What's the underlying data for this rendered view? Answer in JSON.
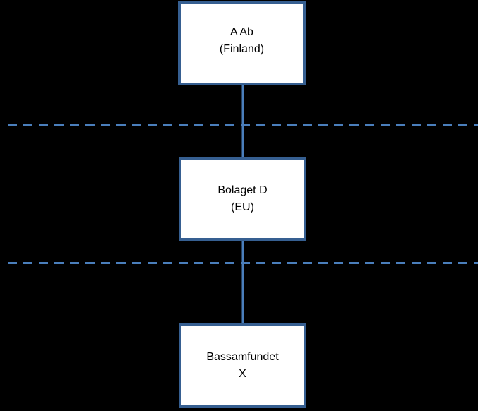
{
  "diagram": {
    "background_color": "#000000",
    "box_fill_color": "#FFFFFF",
    "box_border_color": "#365F91",
    "connector_color": "#4A7EBB",
    "divider_color": "#4A7EBB",
    "text_color": "#000000",
    "nodes": [
      {
        "line1": "A Ab",
        "line2": "(Finland)"
      },
      {
        "line1": "Bolaget D",
        "line2": "(EU)"
      },
      {
        "line1": "Bassamfundet",
        "line2": "X"
      }
    ],
    "connectors": [
      {
        "from": "A Ab (Finland)",
        "to": "Bolaget D (EU)"
      },
      {
        "from": "Bolaget D (EU)",
        "to": "Bassamfundet X"
      }
    ],
    "dividers": [
      {
        "style": "dashed",
        "position": "between A Ab (Finland) and Bolaget D (EU)"
      },
      {
        "style": "dashed",
        "position": "between Bolaget D (EU) and Bassamfundet X"
      }
    ]
  }
}
